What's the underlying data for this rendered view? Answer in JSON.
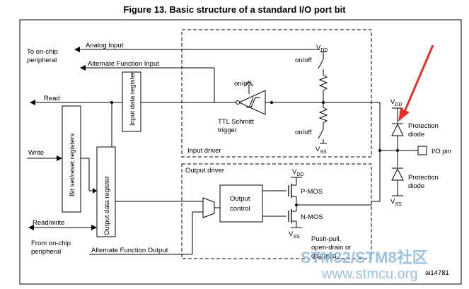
{
  "title": "Figure 13. Basic structure of a standard I/O port bit",
  "labels": {
    "to_onchip_line1": "To on-chip",
    "to_onchip_line2": "peripheral",
    "analog_input": "Analog Input",
    "alternate_function_input": "Alternate Function Input",
    "read": "Read",
    "write": "Write",
    "read_write": "Read/write",
    "from_onchip_line1": "From on-chip",
    "from_onchip_line2": "peripheral",
    "alternate_function_output": "Alternate Function Output",
    "input_data_register": "Input data register",
    "bit_set_reset_registers": "Bit set/reset registers",
    "output_data_register": "Output data register",
    "on_off_schmitt": "on/off",
    "ttl_schmitt_line1": "TTL Schmitt",
    "ttl_schmitt_line2": "trigger",
    "on_off_pullup": "on/off",
    "on_off_pulldown": "on/off",
    "vdd": "V",
    "vdd_sub": "DD",
    "vss": "V",
    "vss_sub": "SS",
    "input_driver": "Input driver",
    "output_driver": "Output driver",
    "output_control_line1": "Output",
    "output_control_line2": "control",
    "p_mos": "P-MOS",
    "n_mos": "N-MOS",
    "push_pull_line1": "Push-pull,",
    "push_pull_line2": "open-drain or",
    "push_pull_line3": "disabled",
    "protection_diode_top_line1": "Protection",
    "protection_diode_top_line2": "diode",
    "protection_diode_bottom_line1": "Protection",
    "protection_diode_bottom_line2": "diode",
    "io_pin": "I/O pin",
    "figure_id": "ai14781"
  },
  "watermark": {
    "line1": "STM32/STM8社区",
    "line2": "www.stmcu.org"
  },
  "colors": {
    "annotation_arrow": "#e8302a",
    "watermark": "#9cc3df"
  }
}
